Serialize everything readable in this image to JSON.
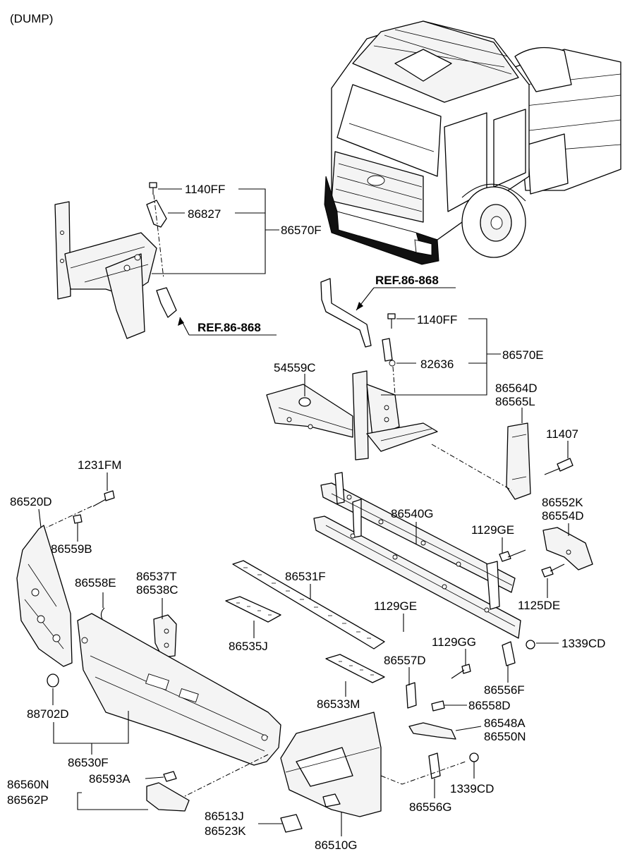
{
  "header": {
    "variant": "(DUMP)"
  },
  "labels": {
    "l1140ff_a": "1140FF",
    "l86827": "86827",
    "l86570f": "86570F",
    "ref_a": "REF.86-868",
    "ref_b": "REF.86-868",
    "l1140ff_b": "1140FF",
    "l82636": "82636",
    "l86570e": "86570E",
    "l54559c": "54559C",
    "l86564d": "86564D",
    "l86565l": "86565L",
    "l11407": "11407",
    "l1231fm": "1231FM",
    "l86520d": "86520D",
    "l86559b": "86559B",
    "l86540g": "86540G",
    "l86552k": "86552K",
    "l86554d": "86554D",
    "l1129ge_a": "1129GE",
    "l86558e": "86558E",
    "l86537t": "86537T",
    "l86538c": "86538C",
    "l86531f": "86531F",
    "l1125de": "1125DE",
    "l1129ge_b": "1129GE",
    "l86535j": "86535J",
    "l1339cd_a": "1339CD",
    "l1129gg": "1129GG",
    "l86557d": "86557D",
    "l86556f": "86556F",
    "l88702d": "88702D",
    "l86533m": "86533M",
    "l86558d": "86558D",
    "l86548a": "86548A",
    "l86550n": "86550N",
    "l86530f": "86530F",
    "l86560n": "86560N",
    "l86562p": "86562P",
    "l86593a": "86593A",
    "l1339cd_b": "1339CD",
    "l86556g": "86556G",
    "l86513j": "86513J",
    "l86523k": "86523K",
    "l86510g": "86510G"
  }
}
